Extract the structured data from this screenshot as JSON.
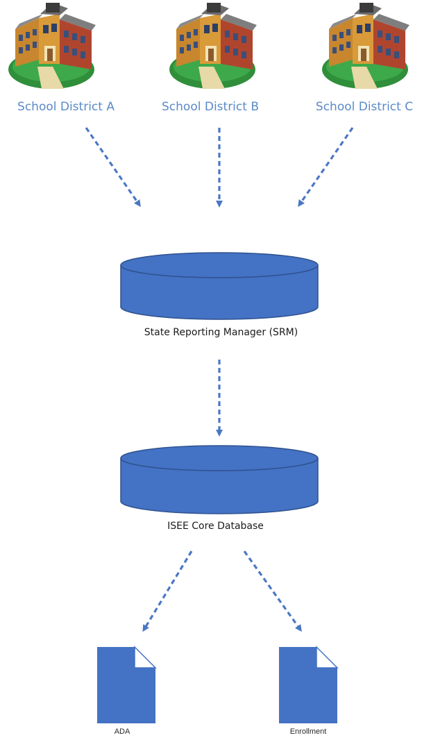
{
  "districts": [
    {
      "label": "School District A"
    },
    {
      "label": "School District B"
    },
    {
      "label": "School District C"
    }
  ],
  "databases": {
    "srm": {
      "label": "State Reporting Manager (SRM)"
    },
    "isee": {
      "label": "ISEE Core Database"
    }
  },
  "documents": [
    {
      "label": "ADA"
    },
    {
      "label": "Enrollment"
    }
  ],
  "colors": {
    "arrow": "#4a77c4",
    "cylinder_fill": "#4472c4",
    "cylinder_stroke": "#2f528f",
    "district_label": "#5b8ac7",
    "document_fill": "#4472c4"
  },
  "icons": {
    "school": "school-building-icon",
    "database": "database-cylinder-icon",
    "document": "document-page-icon"
  }
}
